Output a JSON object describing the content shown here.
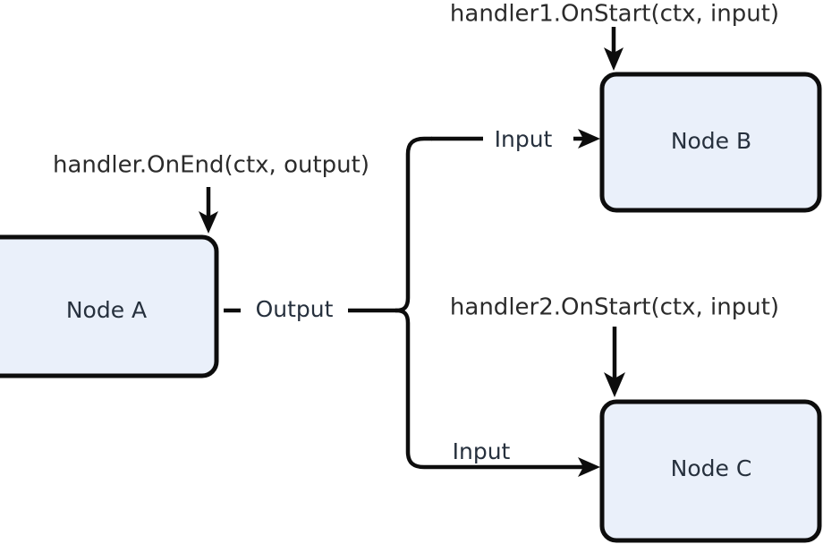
{
  "diagram": {
    "type": "flow-diagram",
    "background_color": "#ffffff",
    "node_fill_color": "#eaf0fa",
    "node_stroke_color": "#0d0d0d",
    "text_color": "#26303d",
    "nodes": [
      {
        "id": "node-a",
        "label": "Node A"
      },
      {
        "id": "node-b",
        "label": "Node B"
      },
      {
        "id": "node-c",
        "label": "Node C"
      }
    ],
    "port_labels": {
      "node_a_output": "Output",
      "node_b_input": "Input",
      "node_c_input": "Input"
    },
    "callouts": [
      {
        "id": "callout-node-a",
        "text": "handler.OnEnd(ctx, output)",
        "target": "node-a"
      },
      {
        "id": "callout-node-b",
        "text": "handler1.OnStart(ctx, input)",
        "target": "node-b"
      },
      {
        "id": "callout-node-c",
        "text": "handler2.OnStart(ctx, input)",
        "target": "node-c"
      }
    ],
    "edges": [
      {
        "id": "edge-a-to-b",
        "from": "node-a",
        "to": "node-b",
        "from_port": "Output",
        "to_port": "Input"
      },
      {
        "id": "edge-a-to-c",
        "from": "node-a",
        "to": "node-c",
        "from_port": "Output",
        "to_port": "Input"
      }
    ]
  }
}
